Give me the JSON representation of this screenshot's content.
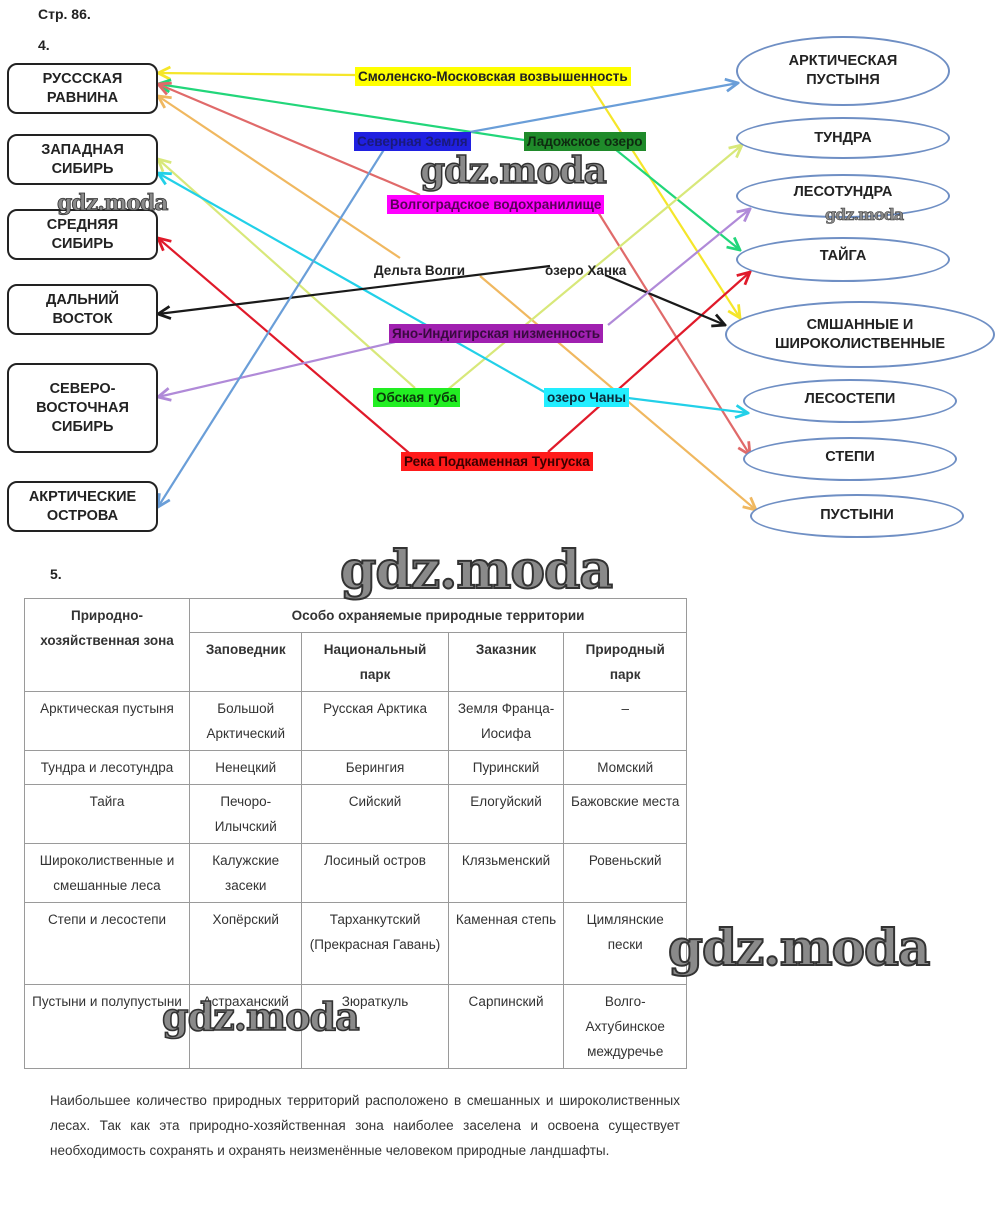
{
  "page_label": "Стр. 86.",
  "task4": {
    "number": "4.",
    "regions": [
      {
        "id": "russian-plain",
        "label": "РУСССКАЯ РАВНИНА"
      },
      {
        "id": "west-siberia",
        "label": "ЗАПАДНАЯ СИБИРЬ"
      },
      {
        "id": "central-siberia",
        "label": "СРЕДНЯЯ СИБИРЬ"
      },
      {
        "id": "far-east",
        "label": "ДАЛЬНИЙ ВОСТОК"
      },
      {
        "id": "ne-siberia",
        "label": "СЕВЕРО-ВОСТОЧНАЯ СИБИРЬ"
      },
      {
        "id": "arctic-islands",
        "label": "АКРТИЧЕСКИЕ ОСТРОВА"
      }
    ],
    "objects": [
      {
        "id": "smolensk",
        "label": "Смоленско-Московская возвышенность",
        "bg": "#ffff00",
        "fg": "#222222"
      },
      {
        "id": "severnaya",
        "label": "Северная Земля",
        "bg": "#2020e0",
        "fg": "#1a1a7a"
      },
      {
        "id": "ladoga",
        "label": "Ладожское озеро",
        "bg": "#1f8a2a",
        "fg": "#0e2a10"
      },
      {
        "id": "volgograd",
        "label": "Волгоградское водохранилище",
        "bg": "#ff00ff",
        "fg": "#5a005a"
      },
      {
        "id": "volga-delta",
        "label": "Дельта Волги",
        "bg": "transparent",
        "fg": "#222222"
      },
      {
        "id": "khanka",
        "label": "озеро Ханка",
        "bg": "transparent",
        "fg": "#222222"
      },
      {
        "id": "yano",
        "label": "Яно-Индигирская низменность",
        "bg": "#a020b0",
        "fg": "#3a0a40"
      },
      {
        "id": "ob",
        "label": "Обская губа",
        "bg": "#22ee22",
        "fg": "#0a3a0a"
      },
      {
        "id": "chany",
        "label": "озеро Чаны",
        "bg": "#22eeff",
        "fg": "#0a2a3a"
      },
      {
        "id": "tunguska",
        "label": "Река Подкаменная Тунгуска",
        "bg": "#ff1a1a",
        "fg": "#3a0000"
      }
    ],
    "zones": [
      {
        "id": "arctic-desert",
        "label": "АРКТИЧЕСКАЯ ПУСТЫНЯ"
      },
      {
        "id": "tundra",
        "label": "ТУНДРА"
      },
      {
        "id": "forest-tundra",
        "label": "ЛЕСОТУНДРА"
      },
      {
        "id": "taiga",
        "label": "ТАЙГА"
      },
      {
        "id": "mixed",
        "label": "СМШАННЫЕ И ШИРОКОЛИСТВЕННЫЕ"
      },
      {
        "id": "forest-steppe",
        "label": "ЛЕСОСТЕПИ"
      },
      {
        "id": "steppe",
        "label": "СТЕПИ"
      },
      {
        "id": "deserts",
        "label": "ПУСТЫНИ"
      }
    ],
    "connections": [
      {
        "object": "smolensk",
        "region": "russian-plain",
        "zone": "mixed",
        "color": "#f5e62a"
      },
      {
        "object": "ladoga",
        "region": "russian-plain",
        "zone": "taiga",
        "color": "#22d67a"
      },
      {
        "object": "volgograd",
        "region": "russian-plain",
        "zone": "steppe",
        "color": "#e06a6a"
      },
      {
        "object": "volga-delta",
        "region": "russian-plain",
        "zone": "deserts",
        "color": "#f0b860"
      },
      {
        "object": "ob",
        "region": "west-siberia",
        "zone": "tundra",
        "color": "#d8e87a"
      },
      {
        "object": "chany",
        "region": "west-siberia",
        "zone": "forest-steppe",
        "color": "#22d0e8"
      },
      {
        "object": "tunguska",
        "region": "central-siberia",
        "zone": "taiga",
        "color": "#e01a2a"
      },
      {
        "object": "khanka",
        "region": "far-east",
        "zone": "mixed",
        "color": "#1a1a1a"
      },
      {
        "object": "yano",
        "region": "ne-siberia",
        "zone": "forest-tundra",
        "color": "#b08ad8"
      },
      {
        "object": "severnaya",
        "region": "arctic-islands",
        "zone": "arctic-desert",
        "color": "#6a9ed8"
      }
    ]
  },
  "task5": {
    "number": "5.",
    "table": {
      "header_zone": "Природно-хозяйственная зона",
      "header_group": "Особо охраняемые природные территории",
      "columns": [
        "Заповедник",
        "Национальный парк",
        "Заказник",
        "Природный парк"
      ],
      "rows": [
        {
          "zone": "Арктическая пустыня",
          "values": [
            "Большой Арктический",
            "Русская Арктика",
            "Земля Франца-Иосифа",
            "–"
          ]
        },
        {
          "zone": "Тундра и лесотундра",
          "values": [
            "Ненецкий",
            "Берингия",
            "Пуринский",
            "Момский"
          ]
        },
        {
          "zone": "Тайга",
          "values": [
            "Печоро-Илычский",
            "Сийский",
            "Елогуйский",
            "Бажовские места"
          ]
        },
        {
          "zone": "Широколиственные и смешанные леса",
          "values": [
            "Калужские засеки",
            "Лосиный остров",
            "Клязьменский",
            "Ровеньский"
          ]
        },
        {
          "zone": "Степи и лесостепи",
          "values": [
            "Хопёрский",
            "Тарханкутский (Прекрасная Гавань)",
            "Каменная степь",
            "Цимлянские пески"
          ]
        },
        {
          "zone": "Пустыни и полупустыни",
          "values": [
            "Астраханский",
            "Зюраткуль",
            "Сарпинский",
            "Волго-Ахтубинское междуречье"
          ]
        }
      ]
    },
    "conclusion": "Наибольшее количество природных территорий расположено в смешанных и широколиственных лесах. Так как эта природно-хозяйственная зона наиболее заселена и освоена существует необходимость сохранять и охранять неизменённые человеком природные ландшафты."
  },
  "watermark": "gdz.moda"
}
